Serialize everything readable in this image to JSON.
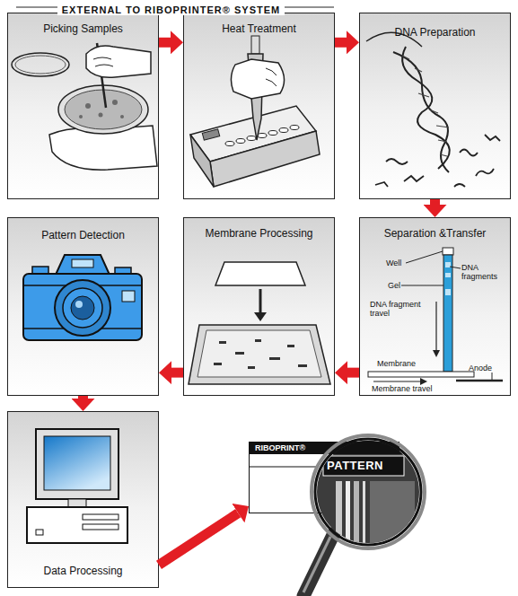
{
  "diagram": {
    "title": "EXTERNAL TO RIBOPRINTER® SYSTEM",
    "nodes": [
      {
        "text": [
          "Picking Samples"
        ]
      },
      {
        "text": [
          "Heat Treatment"
        ]
      },
      {
        "text": [
          "DNA Preparation"
        ]
      },
      {
        "text": [
          "Separation &Transfer"
        ]
      },
      {
        "text": [
          "Membrane Processing"
        ]
      },
      {
        "text": [
          "Pattern Detection"
        ]
      },
      {
        "text": [
          "Data Processing"
        ]
      },
      {
        "text": [
          "RIBOPRINT®",
          "PATTERN"
        ]
      }
    ],
    "edges": [
      {
        "from": 0,
        "to": 1,
        "arrow": "to"
      },
      {
        "from": 1,
        "to": 2,
        "arrow": "to"
      },
      {
        "from": 2,
        "to": 3,
        "arrow": "to"
      },
      {
        "from": 3,
        "to": 4,
        "arrow": "to"
      },
      {
        "from": 4,
        "to": 5,
        "arrow": "to"
      },
      {
        "from": 5,
        "to": 6,
        "arrow": "to"
      },
      {
        "from": 6,
        "to": 7,
        "arrow": "to"
      }
    ],
    "labels": [
      "Well",
      "Gel",
      "DNA fragments",
      "DNA fragment travel",
      "Membrane",
      "Anode",
      "Membrane travel"
    ]
  }
}
